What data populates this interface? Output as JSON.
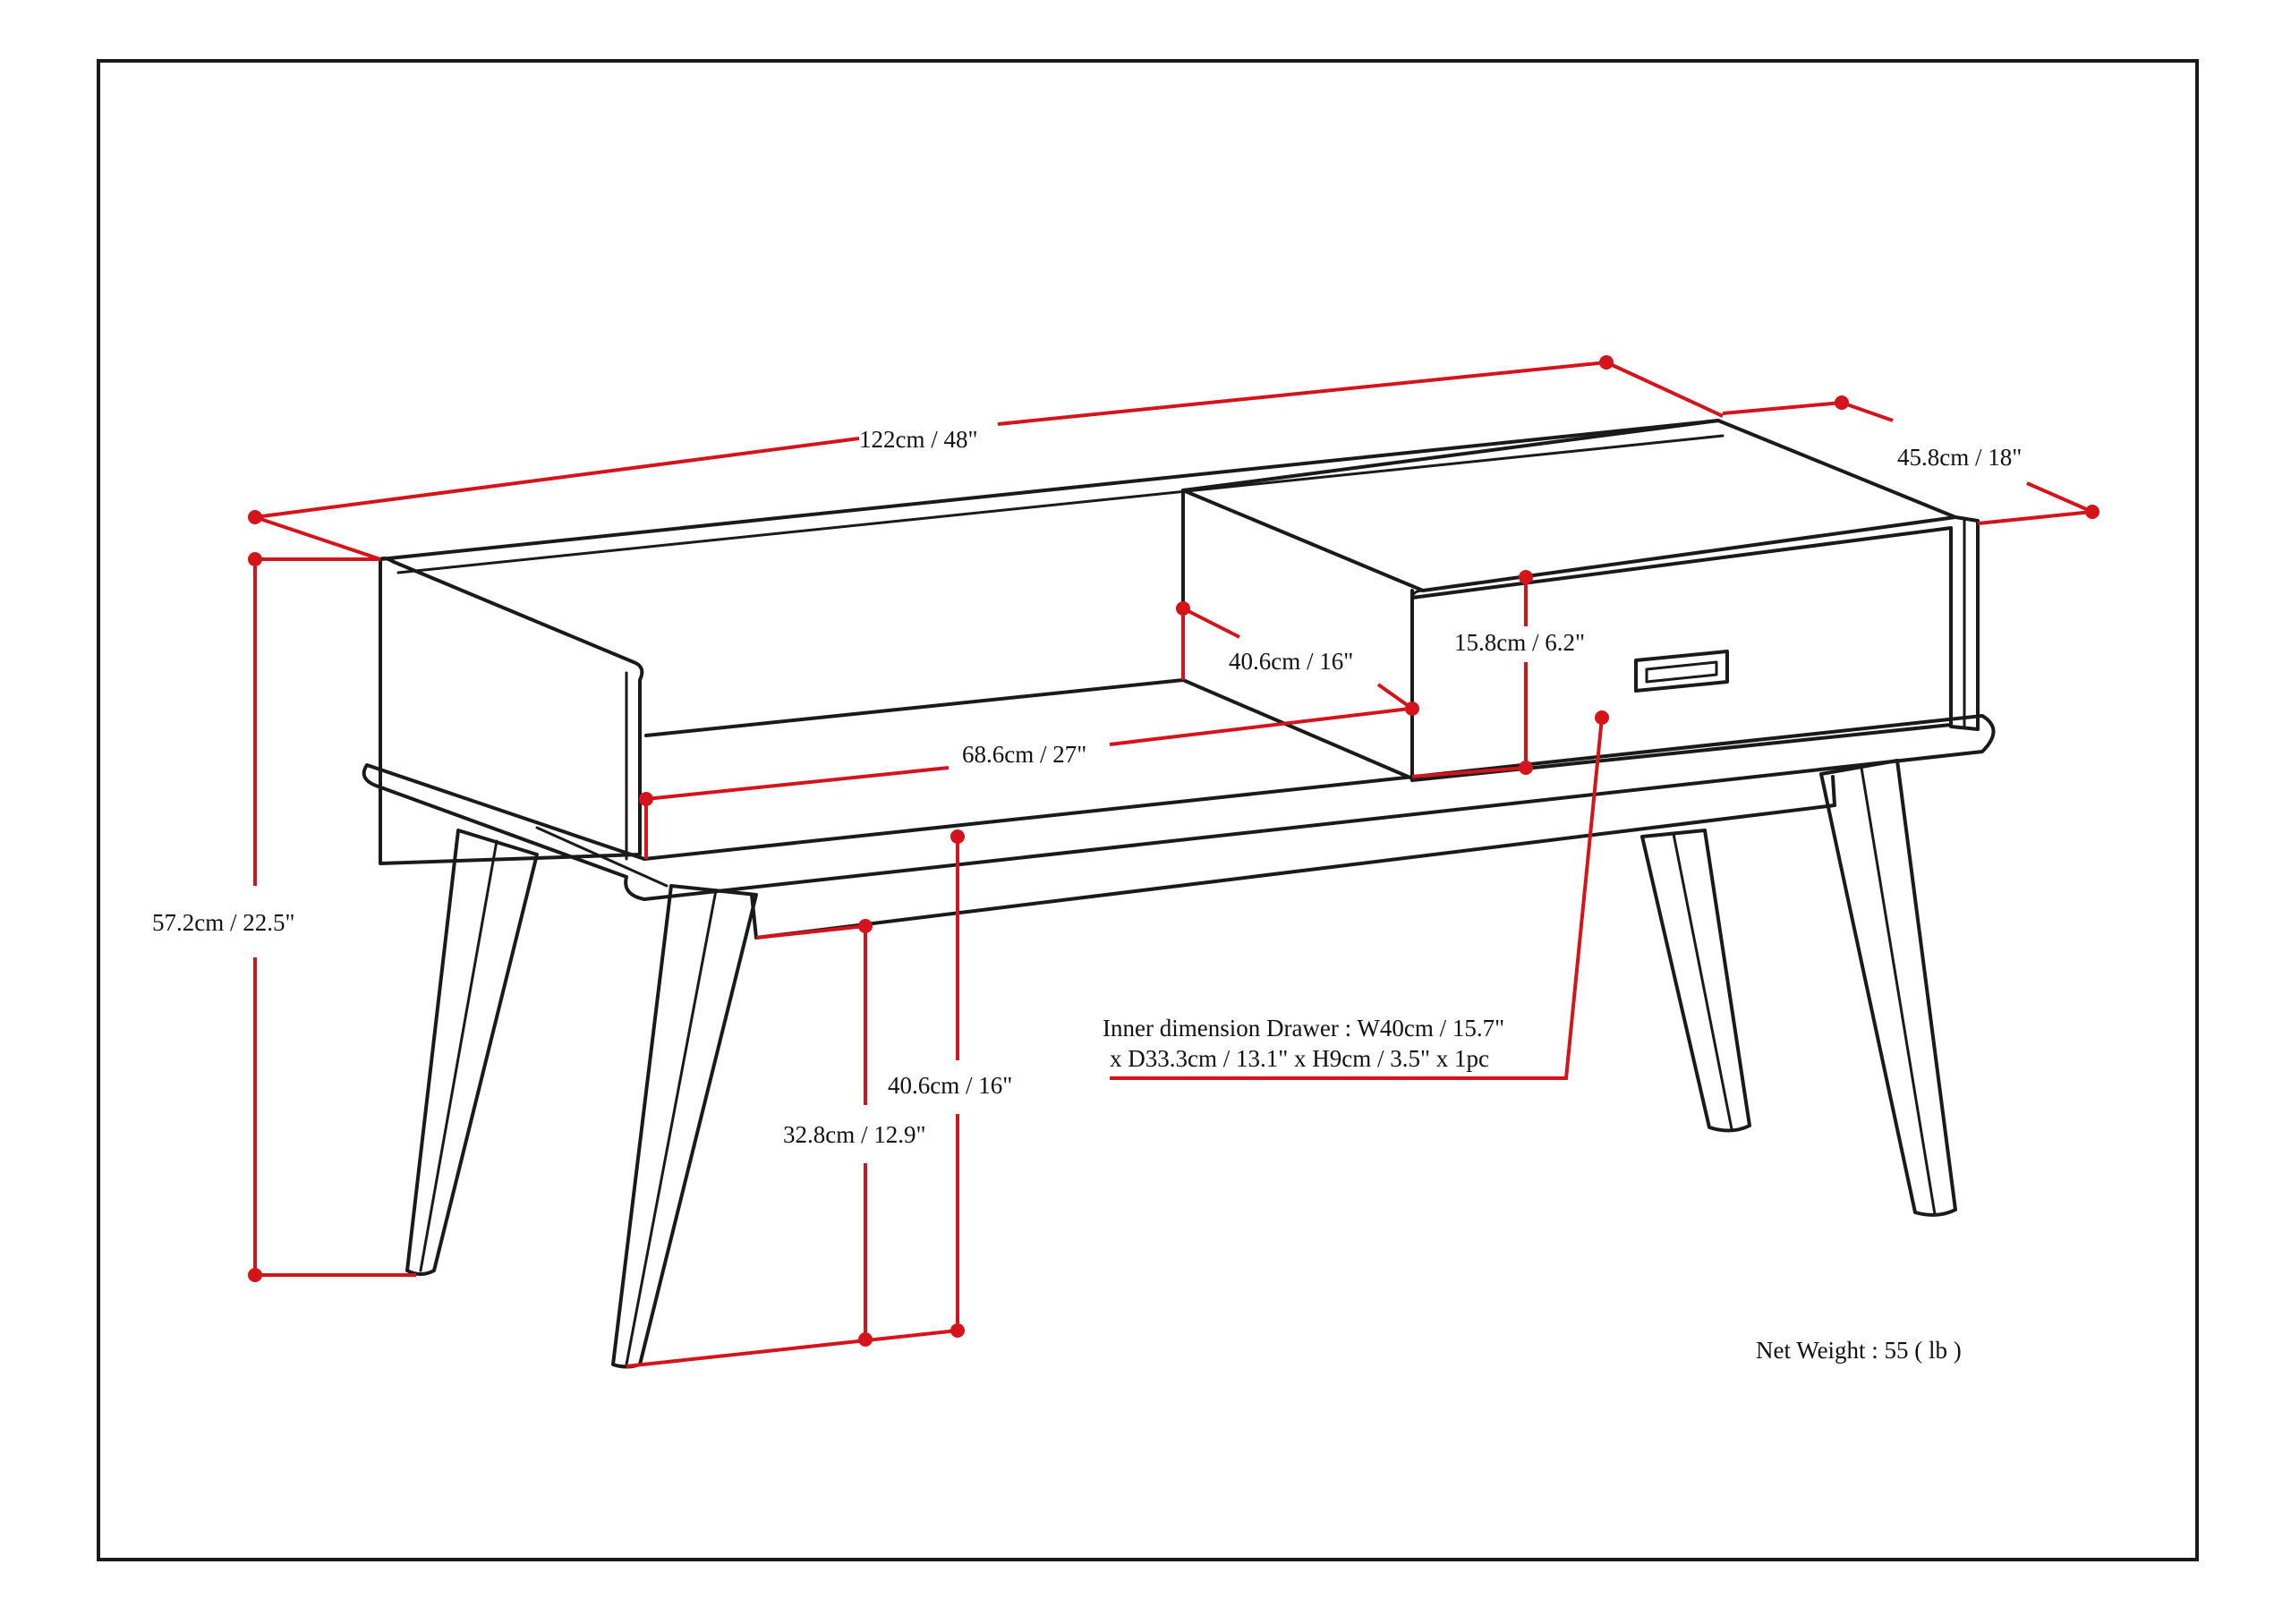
{
  "colors": {
    "dimension_line": "#d4141a",
    "outline": "#1a1a1a",
    "background": "#ffffff"
  },
  "dimensions": {
    "overall_width": "122cm / 48\"",
    "depth": "45.8cm / 18\"",
    "overall_height": "57.2cm / 22.5\"",
    "drawer_depth": "40.6cm / 16\"",
    "drawer_height": "15.8cm / 6.2\"",
    "shelf_width": "68.6cm / 27\"",
    "seat_height": "40.6cm / 16\"",
    "leg_clearance": "32.8cm / 12.9\""
  },
  "notes": {
    "inner_drawer_line1": "Inner dimension Drawer : W40cm / 15.7\"",
    "inner_drawer_line2": "x D33.3cm / 13.1\" x H9cm / 3.5\" x 1pc",
    "net_weight": "Net Weight : 55 ( lb )"
  }
}
